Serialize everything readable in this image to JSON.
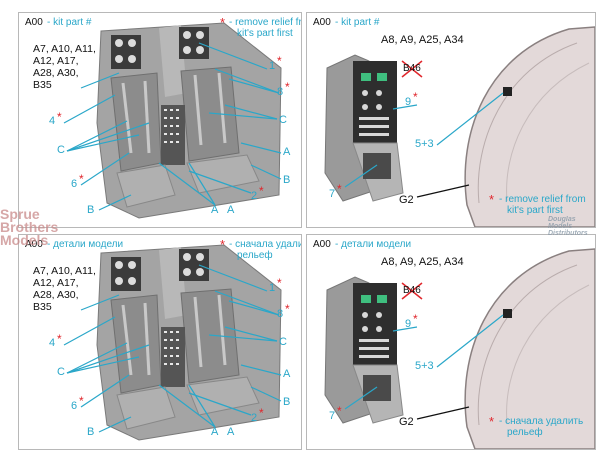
{
  "colors": {
    "accent": "#2aa7c9",
    "marker": "#e0262c",
    "text": "#111111",
    "panel_border": "#b8b8b8"
  },
  "panels": {
    "top_left": {
      "header_code": "A00",
      "header_text": "- kit part #",
      "warning_star": "*",
      "warning_text_1": "- remove relief from",
      "warning_text_2": "kit's part first",
      "parts_list_1": "A7, A10, A11,",
      "parts_list_2": "A12, A17,",
      "parts_list_3": "A28, A30,",
      "parts_list_4": "B35",
      "labels": {
        "n4": "4",
        "c": "C",
        "n6": "6",
        "b": "B",
        "a": "A",
        "n1": "1",
        "n8": "8",
        "c2": "C",
        "a2": "A",
        "b2": "B",
        "n2": "2",
        "a3": "A"
      },
      "stars": "*"
    },
    "top_right": {
      "header_code": "A00",
      "header_text": "- kit part #",
      "parts_list": "A8, A9, A25, A34",
      "crossed": "B46",
      "labels": {
        "n9": "9",
        "n53": "5+3",
        "n7": "7",
        "g2": "G2"
      },
      "warning_star": "*",
      "warning_text_1": "- remove relief from",
      "warning_text_2": "kit's part first"
    },
    "bottom_left": {
      "header_code": "A00",
      "header_text": "- детали модели",
      "warning_star": "*",
      "warning_text_1": "- сначала удалить",
      "warning_text_2": "рельеф",
      "parts_list_1": "A7, A10, A11,",
      "parts_list_2": "A12, A17,",
      "parts_list_3": "A28, A30,",
      "parts_list_4": "B35",
      "labels": {
        "n4": "4",
        "c": "C",
        "n6": "6",
        "b": "B",
        "a": "A",
        "n1": "1",
        "n8": "8",
        "c2": "C",
        "a2": "A",
        "b2": "B",
        "n2": "2",
        "a3": "A"
      },
      "stars": "*"
    },
    "bottom_right": {
      "header_code": "A00",
      "header_text": "- детали модели",
      "parts_list": "A8, A9, A25, A34",
      "crossed": "B46",
      "labels": {
        "n9": "9",
        "n53": "5+3",
        "n7": "7",
        "g2": "G2"
      },
      "warning_star": "*",
      "warning_text_1": "- сначала удалить",
      "warning_text_2": "рельеф"
    }
  },
  "watermark_left": {
    "line1": "Sprue",
    "line2": "Brothers",
    "line3": "Models"
  },
  "watermark_right": {
    "line1": "Douglas",
    "line2": "Models",
    "line3": "Distributors"
  }
}
